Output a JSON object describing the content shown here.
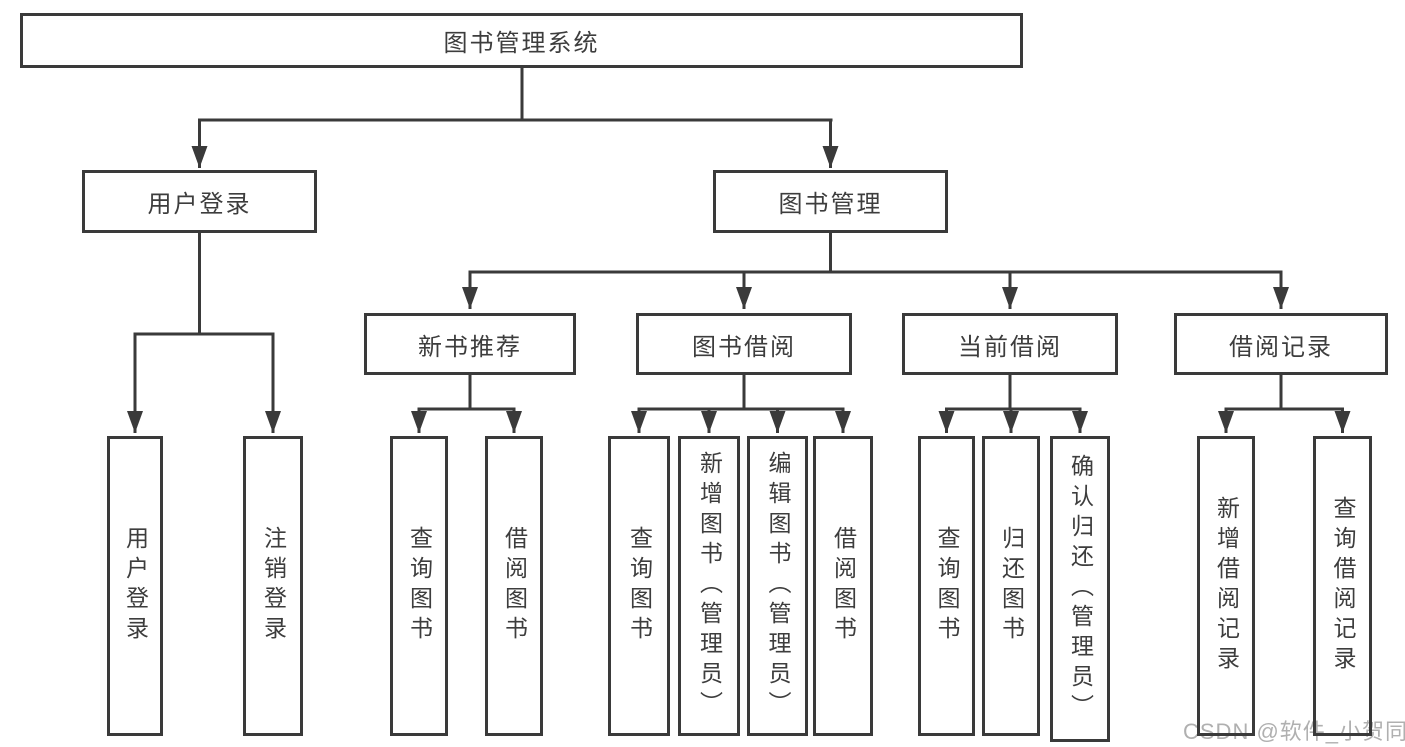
{
  "tree": {
    "root": {
      "label": "图书管理系统"
    },
    "branches": [
      {
        "label": "用户登录",
        "children": [
          {
            "label": "用户登录"
          },
          {
            "label": "注销登录"
          }
        ]
      },
      {
        "label": "图书管理",
        "children": [
          {
            "label": "新书推荐",
            "children": [
              {
                "label": "查询图书"
              },
              {
                "label": "借阅图书"
              }
            ]
          },
          {
            "label": "图书借阅",
            "children": [
              {
                "label": "查询图书"
              },
              {
                "label": "新增图书（管理员）"
              },
              {
                "label": "编辑图书（管理员）"
              },
              {
                "label": "借阅图书"
              }
            ]
          },
          {
            "label": "当前借阅",
            "children": [
              {
                "label": "查询图书"
              },
              {
                "label": "归还图书"
              },
              {
                "label": "确认归还（管理员）"
              }
            ]
          },
          {
            "label": "借阅记录",
            "children": [
              {
                "label": "新增借阅记录"
              },
              {
                "label": "查询借阅记录"
              }
            ]
          }
        ]
      }
    ]
  },
  "watermark": {
    "text": "CSDN @软件_小贺同学"
  },
  "colors": {
    "line": "#3a3a3a",
    "text": "#3d3d3d",
    "watermark": "#b0b0b0",
    "background": "#ffffff"
  }
}
